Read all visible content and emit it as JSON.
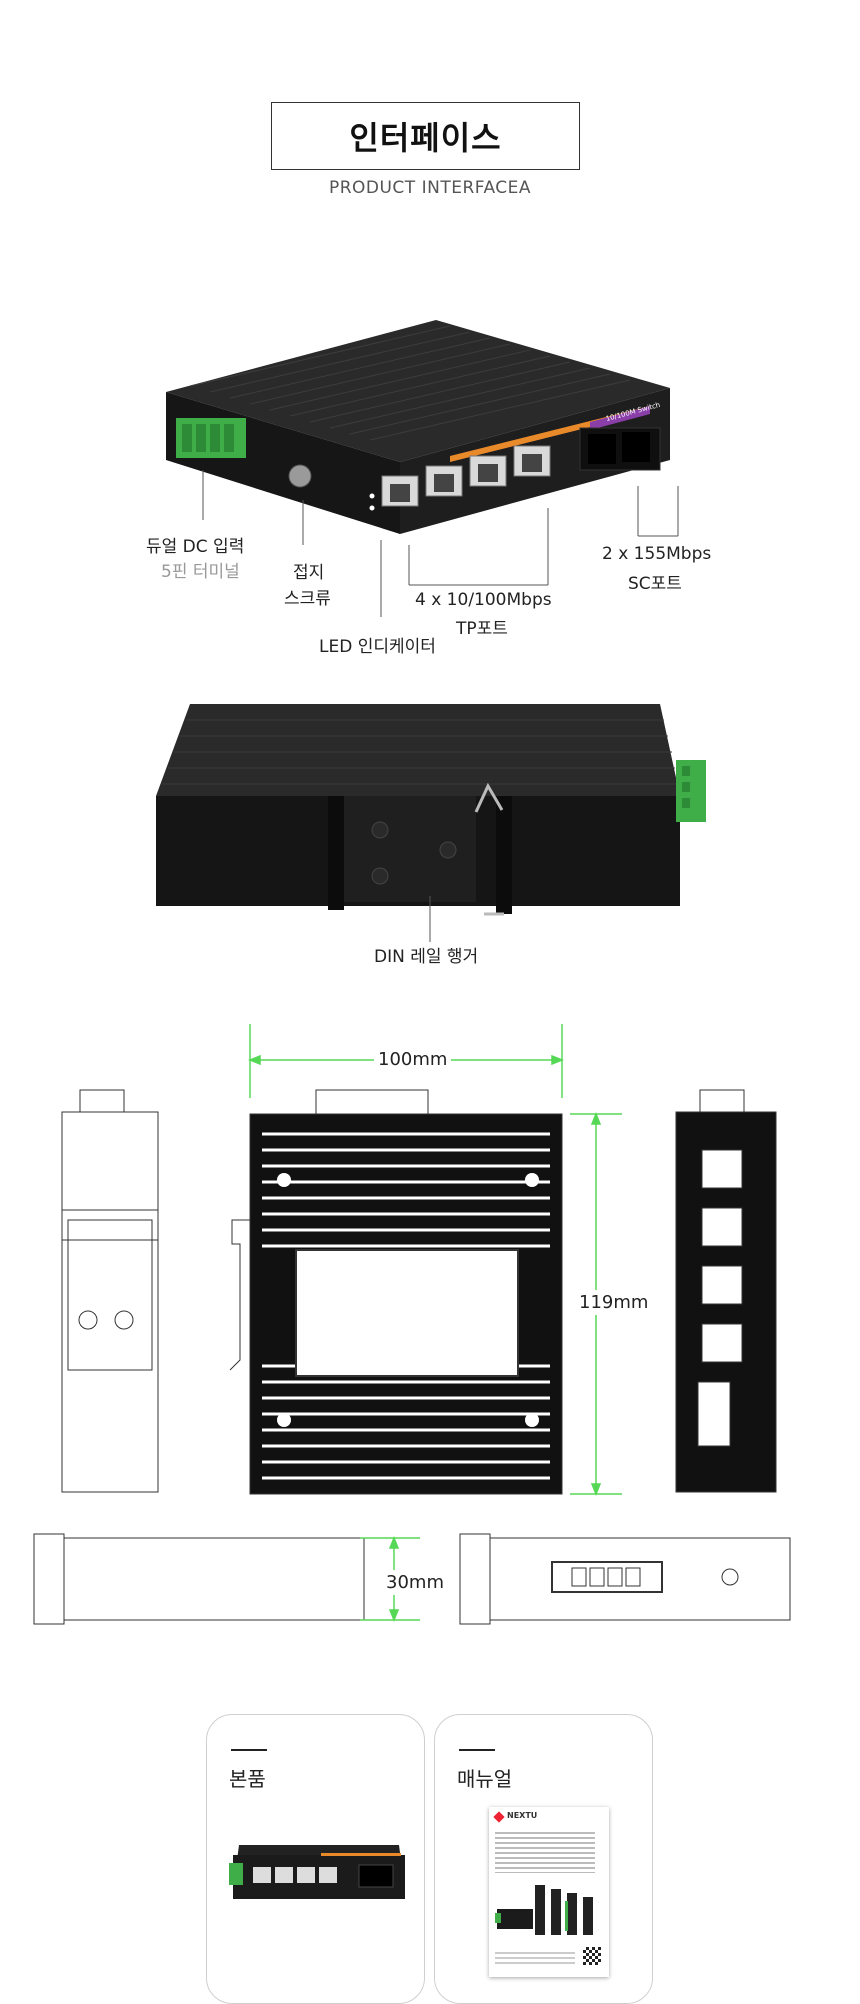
{
  "header": {
    "title": "인터페이스",
    "subtitle": "PRODUCT INTERFACEA"
  },
  "interface_labels": {
    "dual_dc": "듀얼 DC 입력",
    "terminal": "5핀 터미널",
    "ground_1": "접지",
    "ground_2": "스크류",
    "tp_1": "4 x 10/100Mbps",
    "tp_2": "TP포트",
    "sc_1": "2 x 155Mbps",
    "sc_2": "SC포트",
    "led": "LED 인디케이터",
    "din": "DIN 레일 행거",
    "switch_badge": "10/100M Switch"
  },
  "dimensions": {
    "width": "100mm",
    "height": "119mm",
    "depth": "30mm"
  },
  "package": {
    "items": [
      {
        "title": "본품"
      },
      {
        "title": "매뉴얼",
        "brand": "NEXTU"
      }
    ]
  },
  "colors": {
    "terminal_green": "#3fae49",
    "dimension_green": "#55d855",
    "device_black": "#1b1b1b",
    "accent_orange": "#e98a2a"
  }
}
